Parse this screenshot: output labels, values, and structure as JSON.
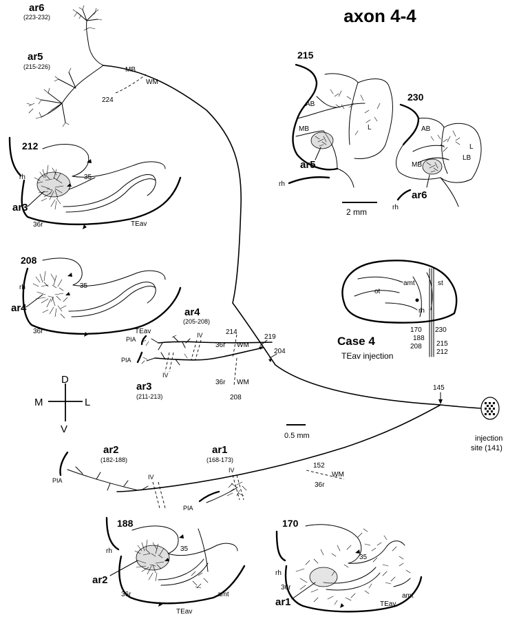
{
  "title": "axon 4-4",
  "case": {
    "title": "Case 4",
    "subtitle": "TEav  injection",
    "brain_labels": [
      "amt",
      "st",
      "ot",
      "rh"
    ],
    "section_levels_left": [
      "170",
      "188",
      "208"
    ],
    "section_levels_right": [
      "230",
      "215",
      "212"
    ]
  },
  "arbors": {
    "ar6": {
      "label": "ar6",
      "range": "(223-232)"
    },
    "ar5": {
      "label": "ar5",
      "range": "(215-226)"
    },
    "ar4": {
      "label": "ar4",
      "range": "(205-208)"
    },
    "ar3": {
      "label": "ar3",
      "range": "(211-213)"
    },
    "ar2": {
      "label": "ar2",
      "range": "(182-188)"
    },
    "ar1": {
      "label": "ar1",
      "range": "(168-173)"
    }
  },
  "sections": {
    "s212": {
      "number": "212",
      "labels": [
        "rh",
        "35",
        "36r",
        "TEav"
      ],
      "arbor": "ar3"
    },
    "s208": {
      "number": "208",
      "labels": [
        "rh",
        "35",
        "36r",
        "TEav"
      ],
      "arbor": "ar4"
    },
    "s215": {
      "number": "215",
      "labels": [
        "AB",
        "MB",
        "L",
        "rh"
      ],
      "arbor": "ar5"
    },
    "s230": {
      "number": "230",
      "labels": [
        "AB",
        "L",
        "LB",
        "MB",
        "rh"
      ],
      "arbor": "ar6"
    },
    "s188": {
      "number": "188",
      "labels": [
        "rh",
        "35",
        "36r",
        "amt",
        "TEav"
      ],
      "arbor": "ar2"
    },
    "s170": {
      "number": "170",
      "labels": [
        "rh",
        "35",
        "36r",
        "amt",
        "TEav"
      ],
      "arbor": "ar1"
    }
  },
  "axon_labels": {
    "mb": "MB",
    "wm": "WM",
    "n224": "224",
    "n219": "219",
    "n204": "204",
    "n214": "214",
    "n208": "208",
    "n145": "145",
    "n152": "152",
    "pia": "PIA",
    "iv": "IV",
    "r36": "36r"
  },
  "injection": {
    "line1": "injection",
    "line2": "site  (141)"
  },
  "scale_bars": {
    "large": "2 mm",
    "small": "0.5 mm"
  },
  "compass": {
    "dorsal": "D",
    "ventral": "V",
    "medial": "M",
    "lateral": "L"
  }
}
